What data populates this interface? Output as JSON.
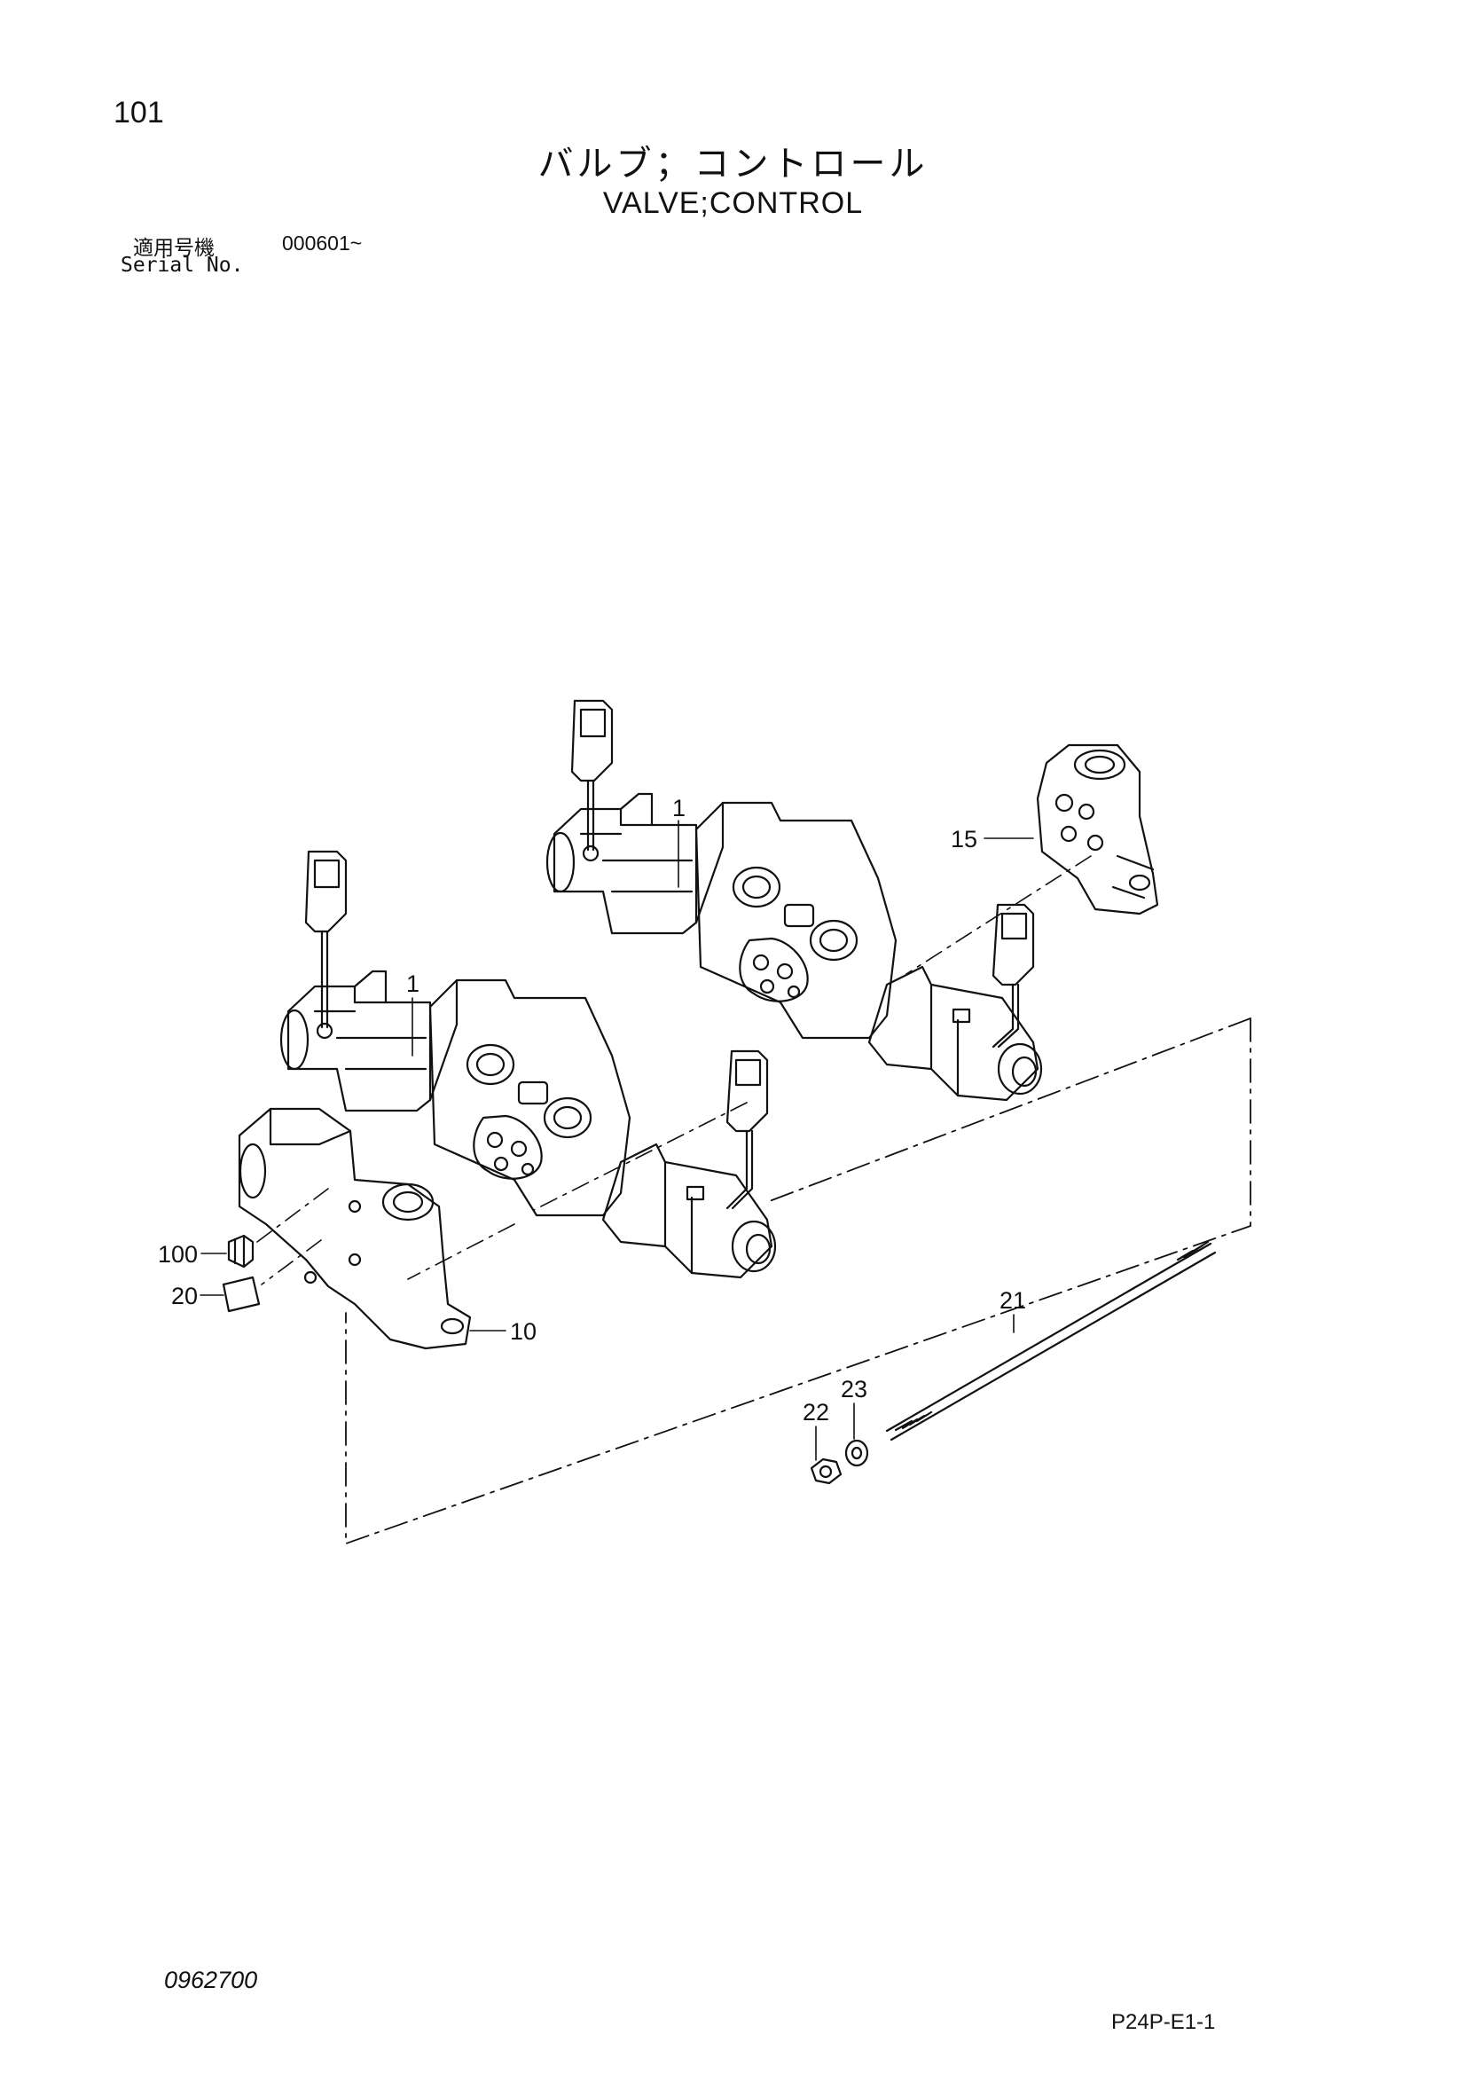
{
  "page": {
    "number": "101",
    "title_jp": "バルブ；コントロール",
    "title_en": "VALVE;CONTROL",
    "serial_label_jp": "適用号機",
    "serial_value": "000601~",
    "serial_label_en": "Serial No.",
    "doc_code": "0962700",
    "page_code": "P24P-E1-1"
  },
  "callouts": {
    "c1_upper": "1",
    "c1_lower": "1",
    "c15": "15",
    "c10": "10",
    "c20": "20",
    "c100": "100",
    "c21": "21",
    "c22": "22",
    "c23": "23"
  }
}
